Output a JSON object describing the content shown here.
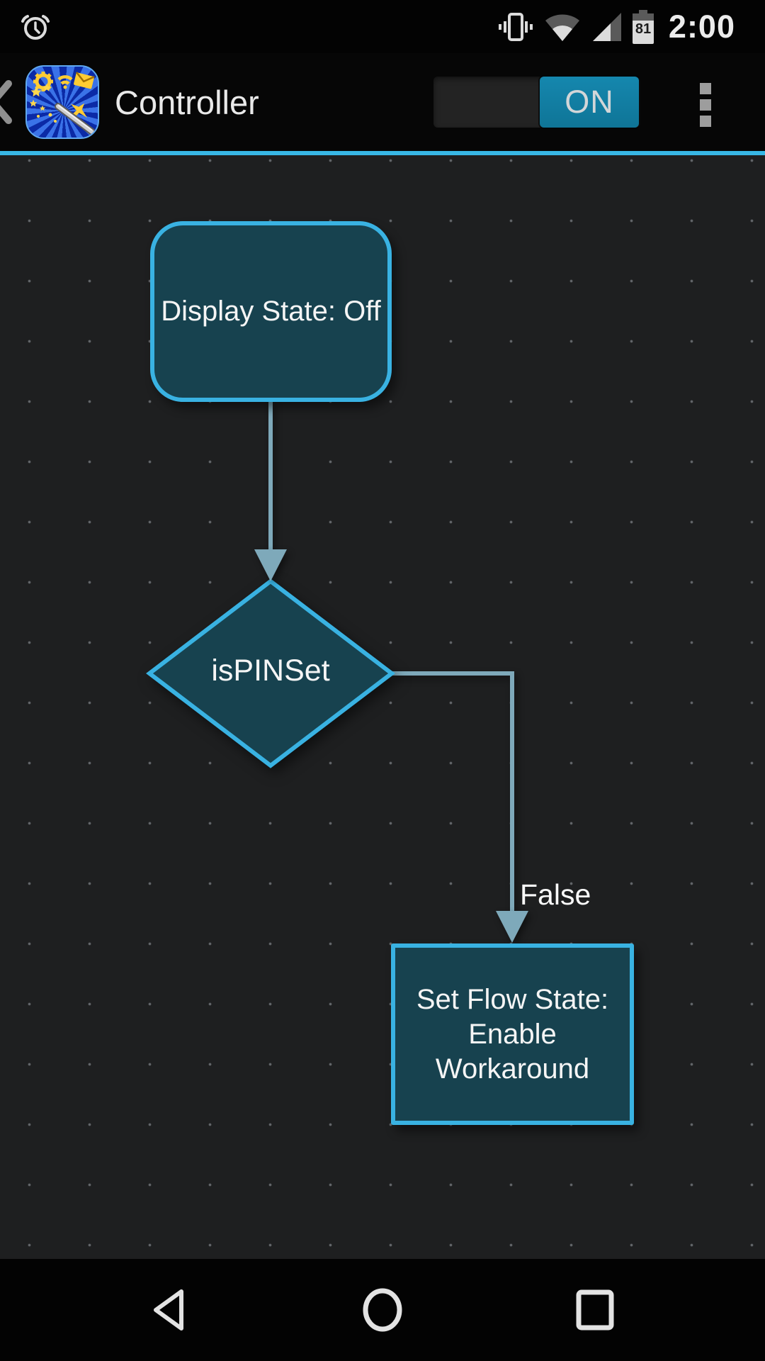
{
  "status_bar": {
    "time": "2:00",
    "battery_percent": "81",
    "icons": [
      "alarm-icon",
      "vibrate-icon",
      "wifi-icon",
      "cell-signal-icon",
      "battery-icon"
    ]
  },
  "app_bar": {
    "title": "Controller",
    "toggle": {
      "state": "on",
      "label": "ON"
    },
    "icons": [
      "back-chevron-icon",
      "app-icon",
      "overflow-menu-icon"
    ]
  },
  "flowchart": {
    "nodes": [
      {
        "id": "display-state-off",
        "shape": "rounded-rectangle",
        "label": "Display State: Off"
      },
      {
        "id": "is-pin-set",
        "shape": "diamond",
        "label": "isPINSet"
      },
      {
        "id": "set-flow-state",
        "shape": "rectangle",
        "label": "Set Flow State: Enable Workaround",
        "label_lines": [
          "Set Flow State:",
          "Enable",
          "Workaround"
        ]
      }
    ],
    "edges": [
      {
        "from": "display-state-off",
        "to": "is-pin-set",
        "label": ""
      },
      {
        "from": "is-pin-set",
        "to": "set-flow-state",
        "label": "False"
      }
    ]
  },
  "nav_bar": {
    "buttons": [
      "back-button",
      "home-button",
      "recents-button"
    ]
  },
  "colors": {
    "accent": "#38b7e5",
    "node_border": "#39b2e2",
    "node_fill": "#17424f",
    "edge": "#7ea9ba",
    "toggle": "#1181a8",
    "canvas_bg": "#1e1f20"
  }
}
